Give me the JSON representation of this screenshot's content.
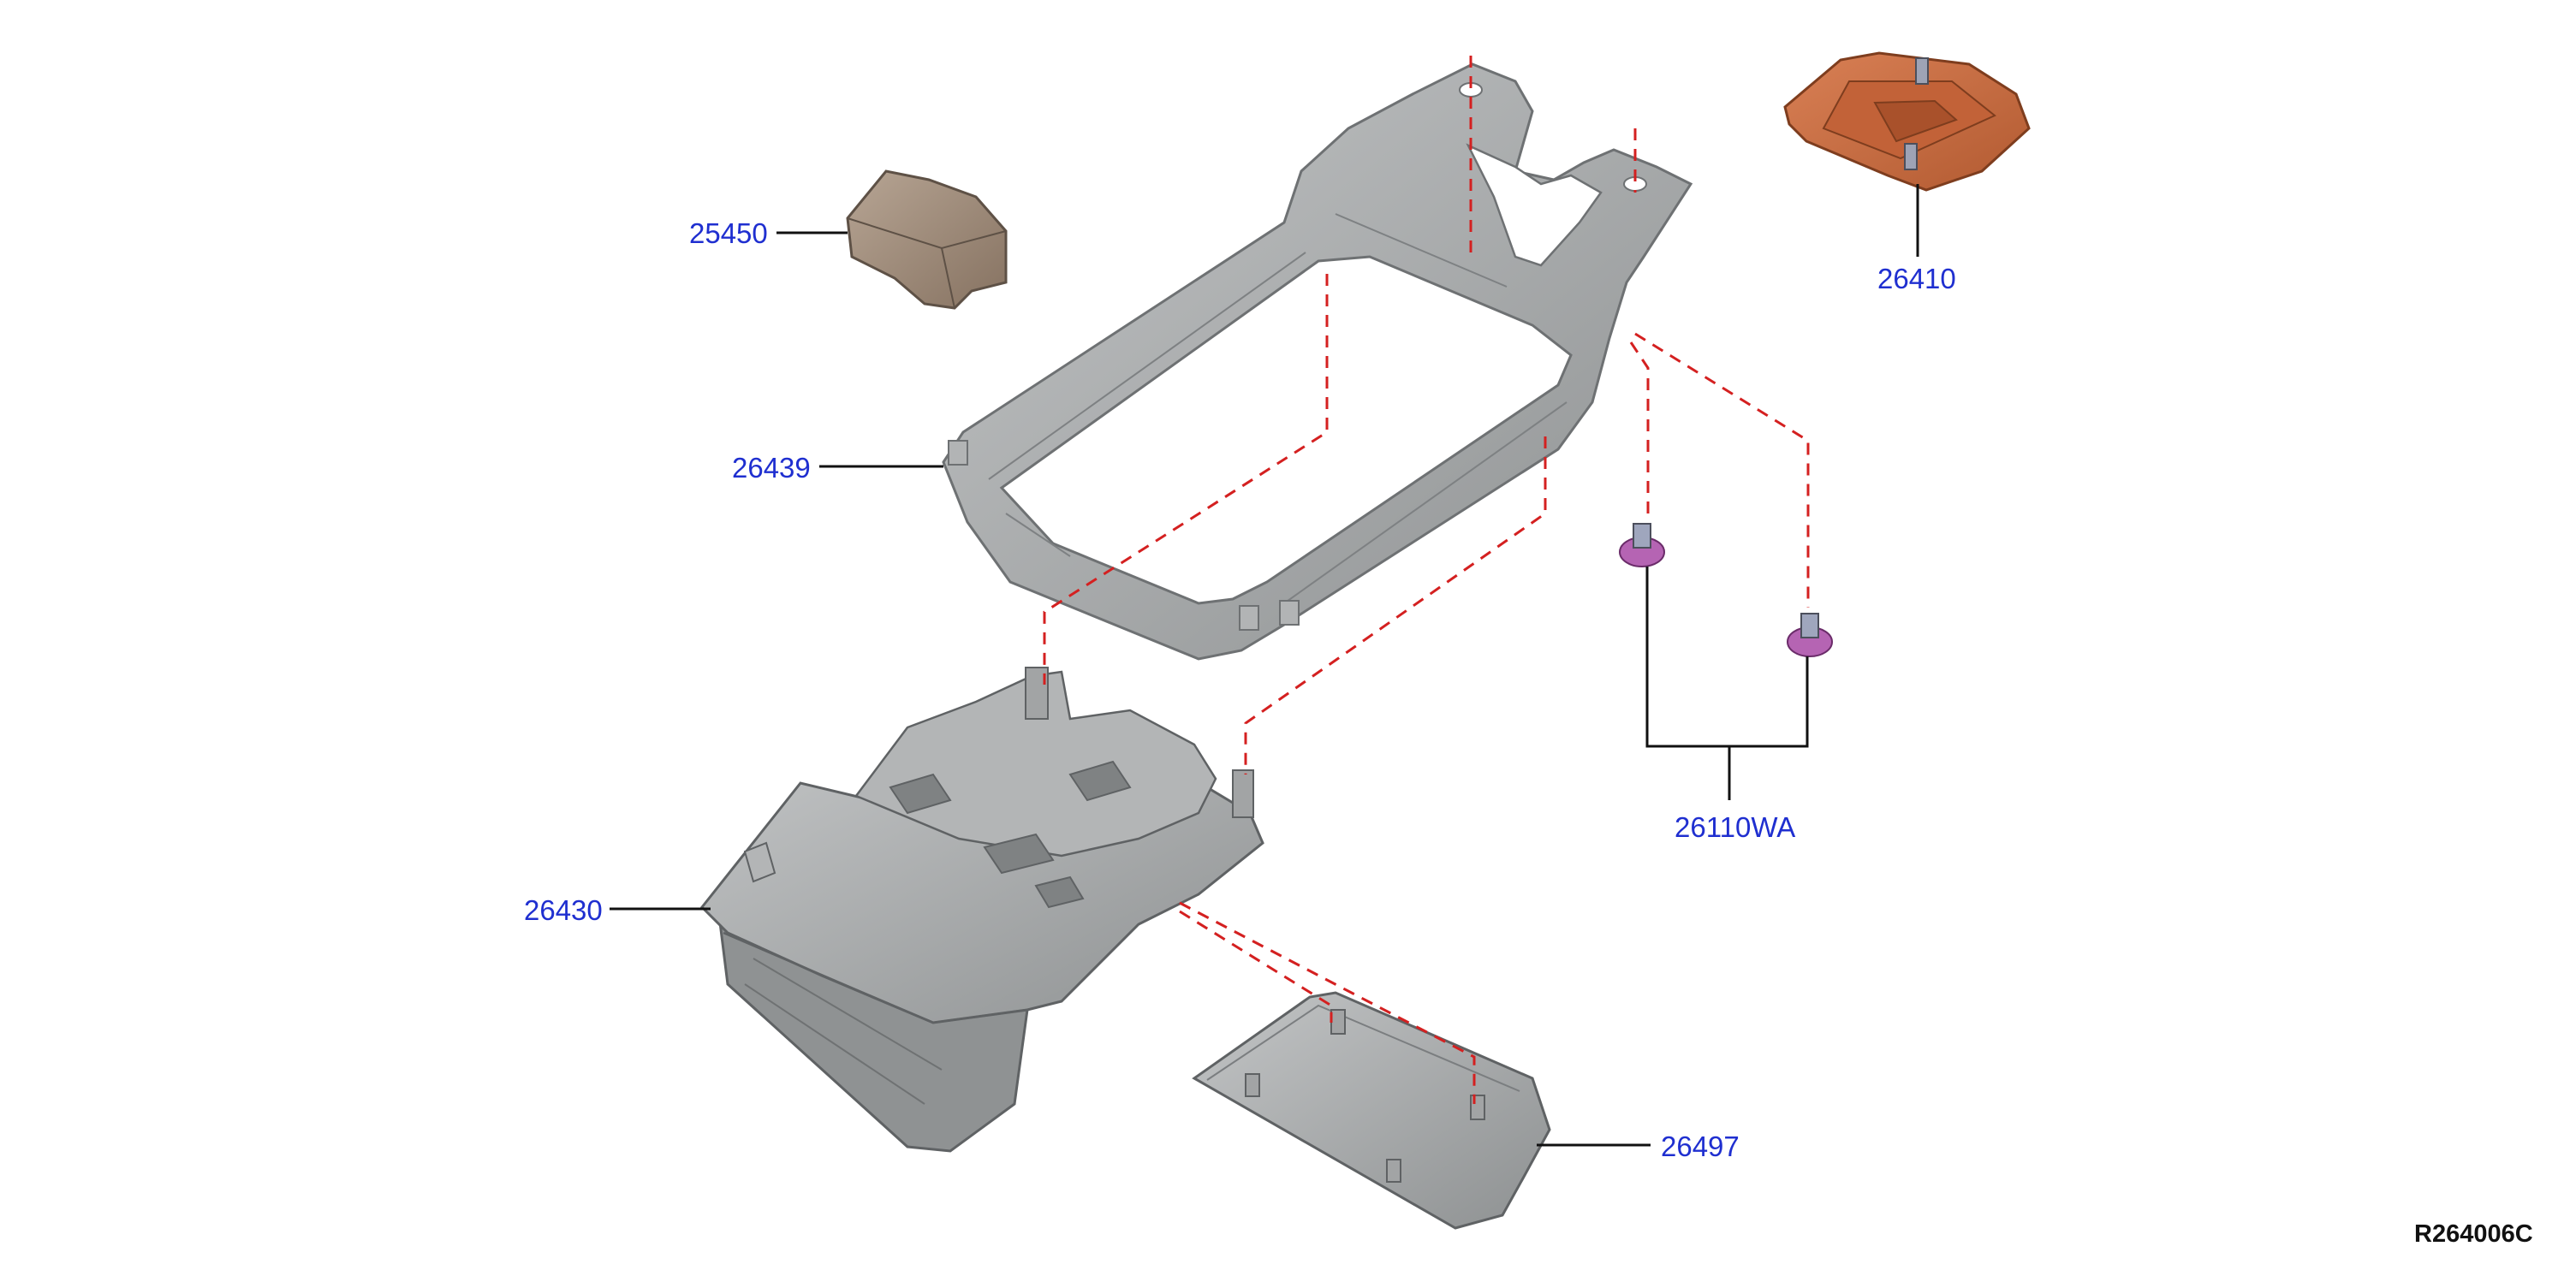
{
  "diagram": {
    "callouts": {
      "c25450": "25450",
      "c26410": "26410",
      "c26439": "26439",
      "c26110wa": "26110WA",
      "c26430": "26430",
      "c26497": "26497"
    },
    "reference_code": "R264006C",
    "colors": {
      "callout_text": "#1f2fd0",
      "part_gray": "#a3a5a6",
      "part_edge": "#6e7173",
      "lamp_orange": "#c96a3e",
      "clip_purple": "#b564b3",
      "bracket_tan": "#9a8675",
      "dashed_line": "#d42020",
      "leader_line": "#111111"
    }
  }
}
